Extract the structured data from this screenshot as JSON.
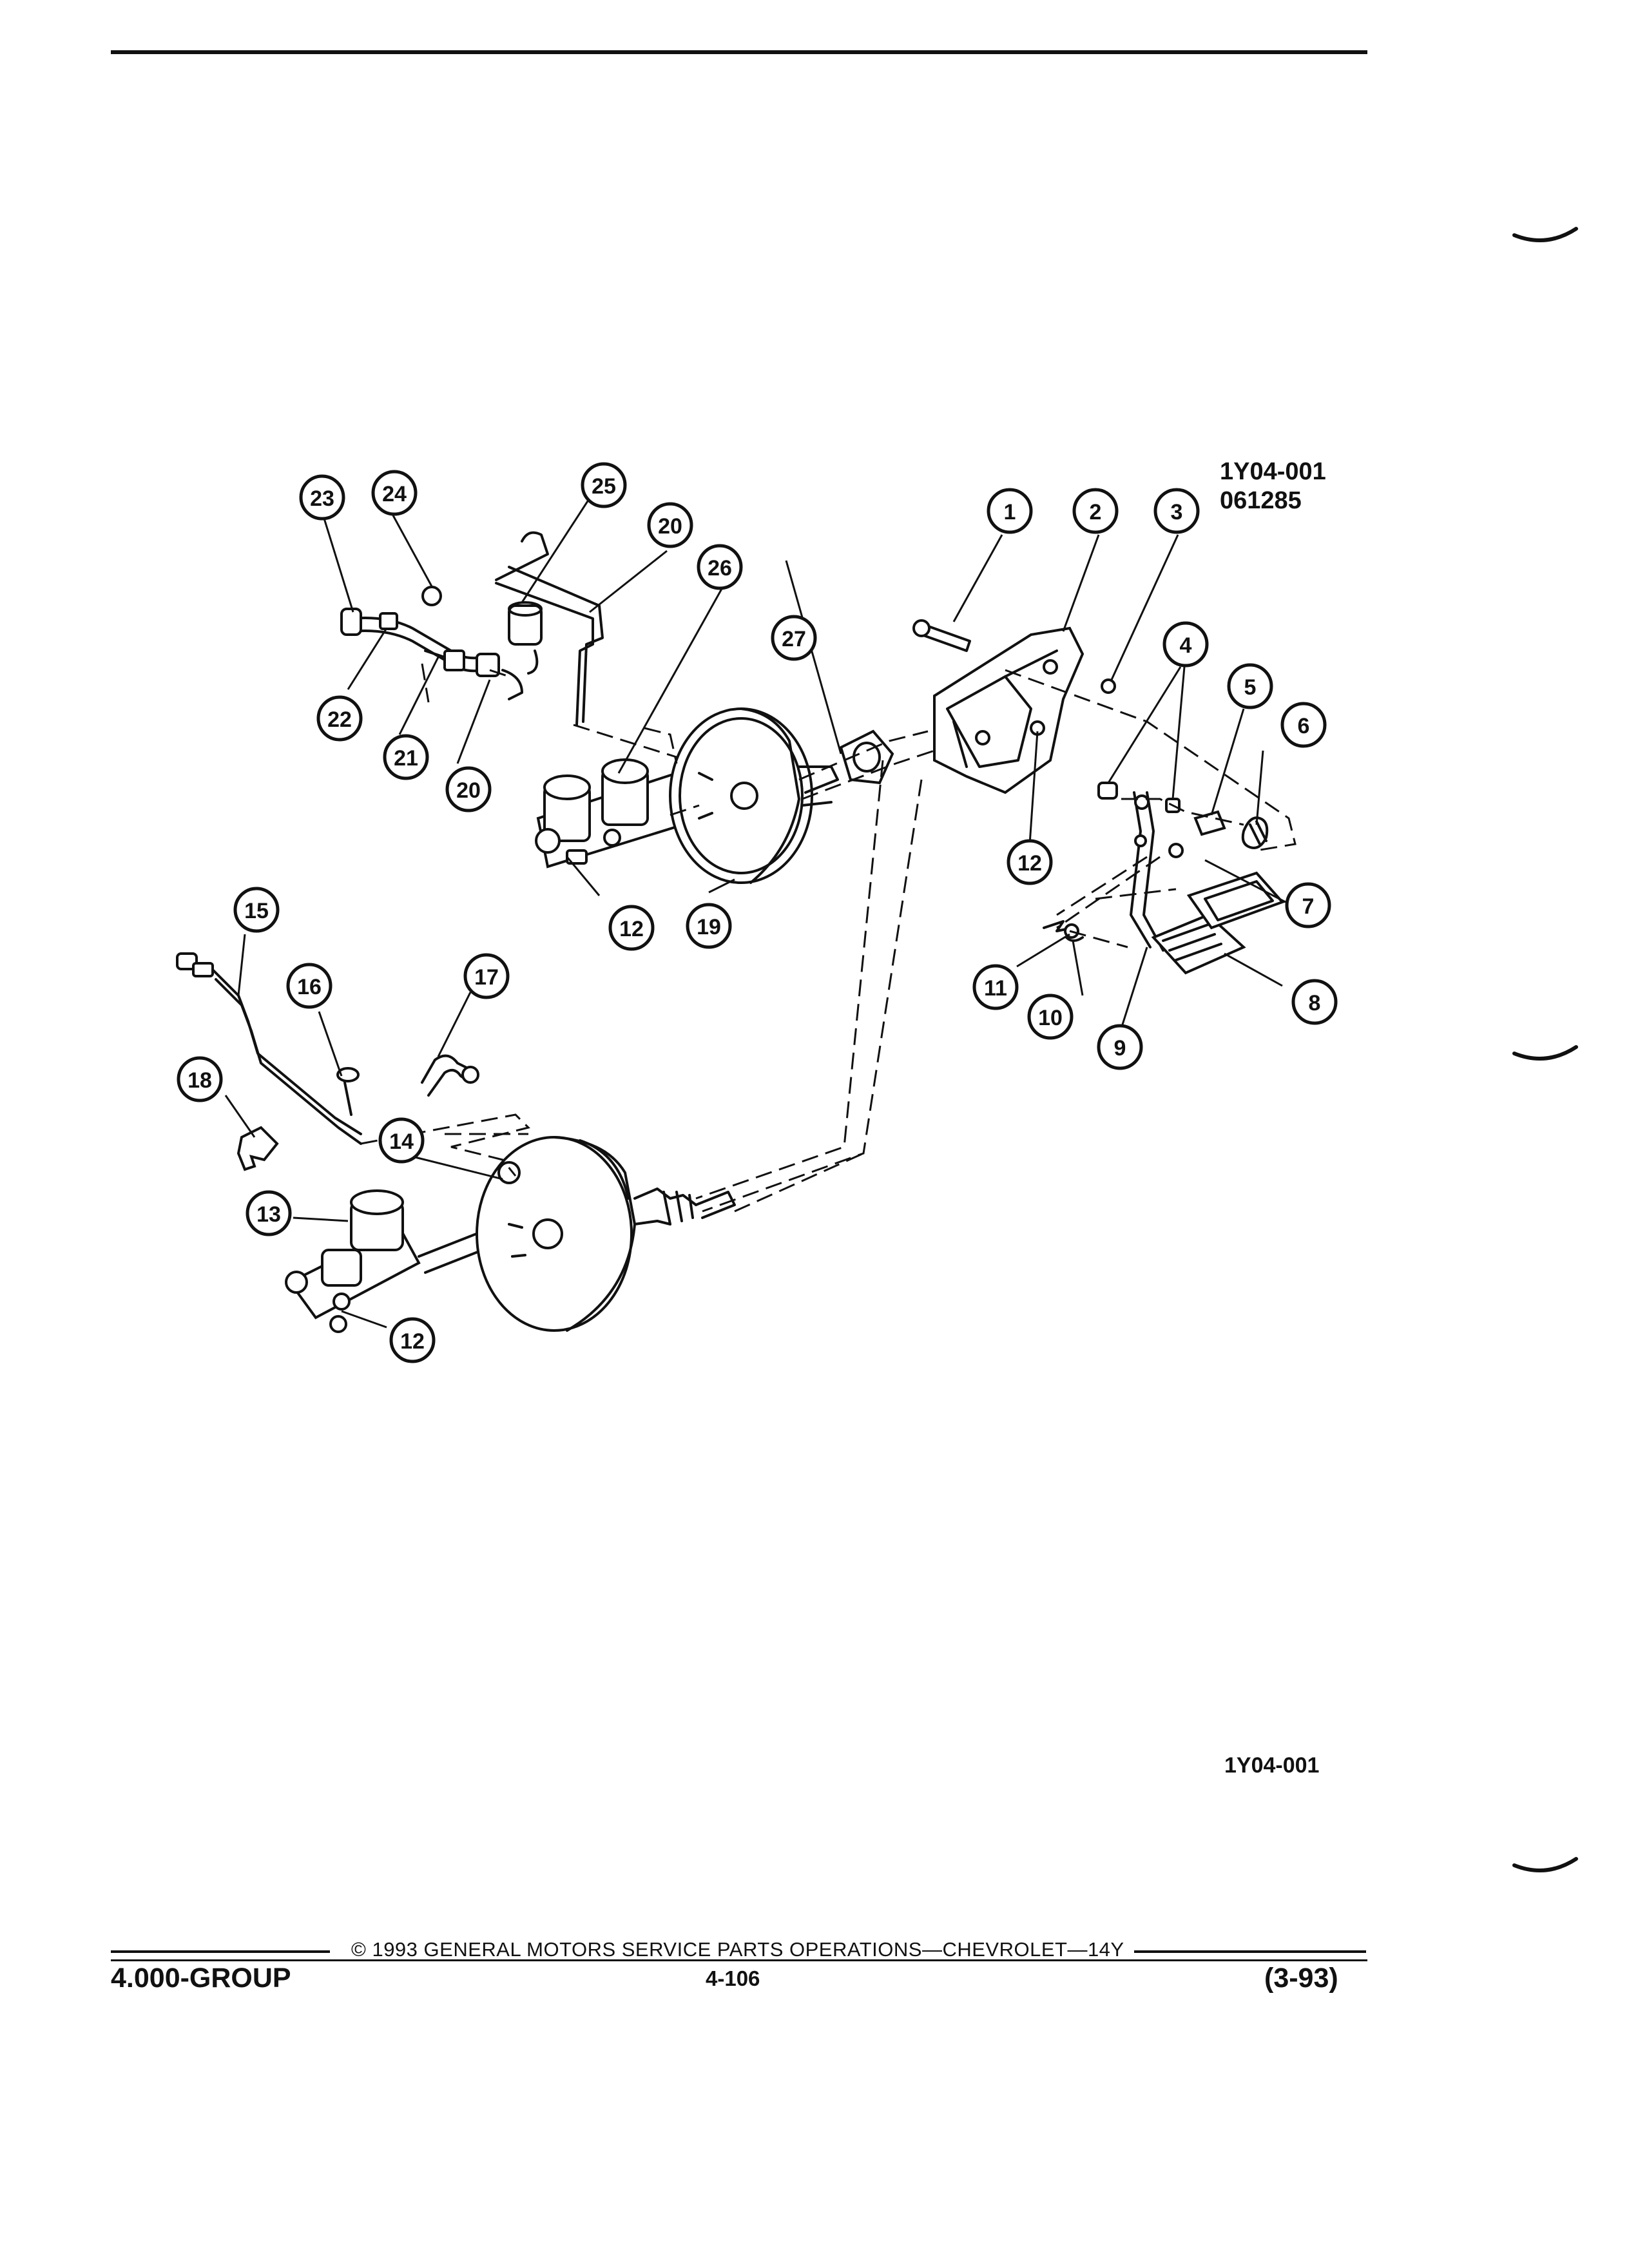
{
  "illustration": {
    "code_top": "1Y04-001",
    "code_top_date": "061285",
    "code_bottom": "1Y04-001"
  },
  "callouts": [
    "1",
    "2",
    "3",
    "4",
    "5",
    "6",
    "7",
    "8",
    "9",
    "10",
    "11",
    "12",
    "13",
    "14",
    "15",
    "16",
    "17",
    "18",
    "19",
    "20",
    "21",
    "22",
    "23",
    "24",
    "25",
    "26",
    "27"
  ],
  "footer": {
    "copyright": "© 1993 GENERAL MOTORS SERVICE PARTS OPERATIONS—CHEVROLET—14Y",
    "group": "4.000-GROUP",
    "page": "4-106",
    "date_code": "(3-93)"
  }
}
